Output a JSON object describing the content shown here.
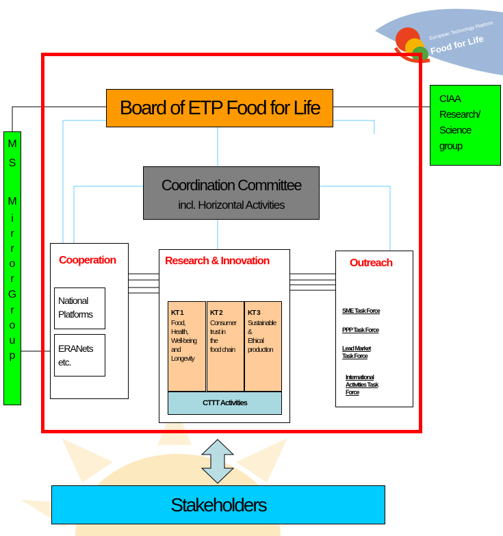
{
  "logo": {
    "text_small": "European Technology Platform",
    "text_large": "Food for Life"
  },
  "board": {
    "label": "Board of ETP Food for Life"
  },
  "ciaa": {
    "lines": [
      "CIAA",
      "Research/",
      "Science",
      "group"
    ]
  },
  "ms_mirror": {
    "letters": [
      "M",
      "S",
      "",
      "M",
      "i",
      "r",
      "r",
      "o",
      "r",
      "G",
      "r",
      "o",
      "u",
      "p"
    ]
  },
  "coordination": {
    "line1": "Coordination Committee",
    "line2": "incl. Horizontal Activities"
  },
  "cooperation": {
    "title": "Cooperation",
    "national": [
      "National",
      "Platforms"
    ],
    "eranets": [
      "ERANets",
      "etc."
    ]
  },
  "research": {
    "title": "Research & Innovation",
    "kt1": {
      "code": "KT 1",
      "lines": [
        "Food,",
        "Health,",
        "Well-being",
        "and",
        "Longevity"
      ]
    },
    "kt2": {
      "code": "KT 2",
      "lines": [
        "Consumer",
        "trust in",
        "the",
        "food chain"
      ]
    },
    "kt3": {
      "code": "KT 3",
      "lines": [
        "Sustainable",
        "&",
        "Ethical",
        "production"
      ]
    },
    "cttt": "CTTT Activities"
  },
  "outreach": {
    "title": "Outreach",
    "sme": "SME Task Force",
    "ppp": "PPP Task Force",
    "lead": [
      "Lead Market",
      "Task Force"
    ],
    "intl": [
      "International",
      "Activities Task",
      "Force"
    ]
  },
  "stakeholders": {
    "label": "Stakeholders"
  },
  "colors": {
    "orange": "#FF9900",
    "green": "#00FF00",
    "gray": "#808080",
    "red_frame": "#FF0000",
    "cyan": "#00CCFF",
    "peach": "#FFCC99",
    "light_teal": "#A9D9E0",
    "connector": "#66CCFF"
  }
}
